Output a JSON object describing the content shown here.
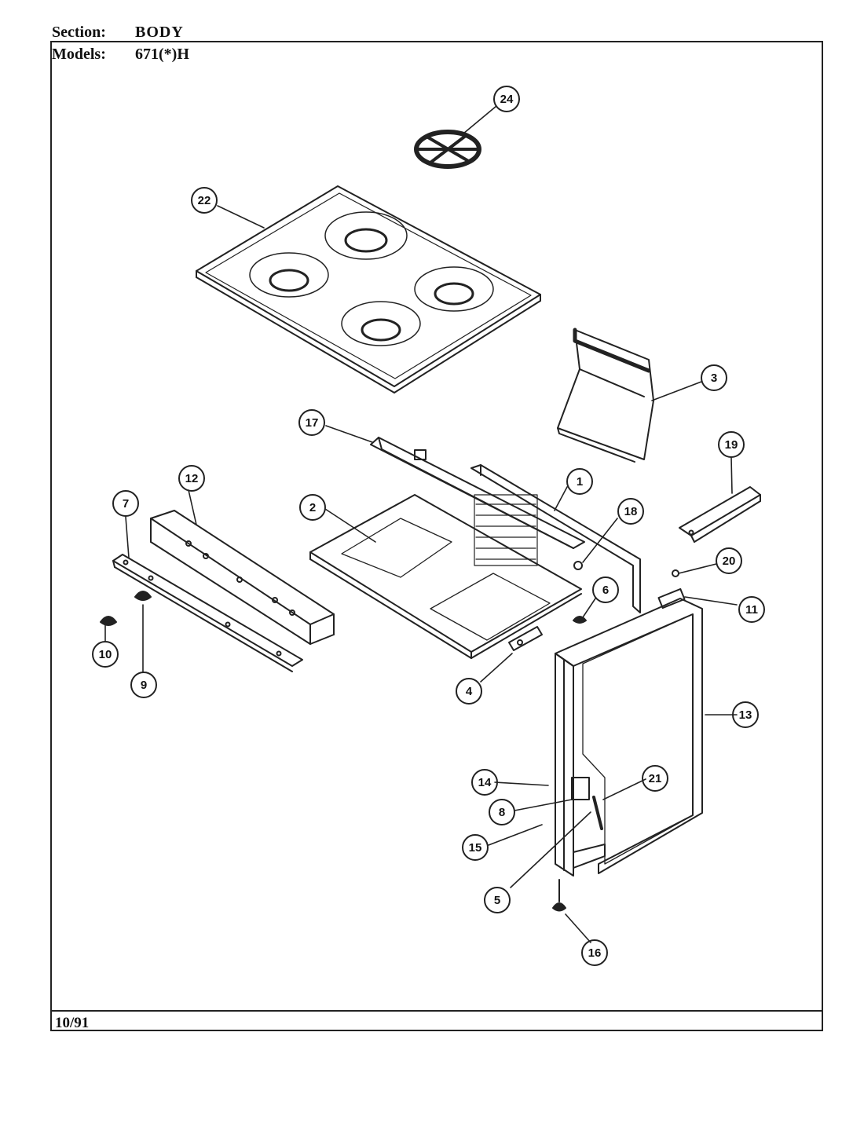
{
  "header": {
    "section_label": "Section:",
    "section_value": "BODY",
    "models_label": "Models:",
    "models_value": "671(*)H"
  },
  "footer": {
    "revision": "10/91"
  },
  "callouts": {
    "c1": "1",
    "c2": "2",
    "c3": "3",
    "c4": "4",
    "c5": "5",
    "c6": "6",
    "c7": "7",
    "c8": "8",
    "c9": "9",
    "c10": "10",
    "c11": "11",
    "c12": "12",
    "c13": "13",
    "c14": "14",
    "c15": "15",
    "c16": "16",
    "c17": "17",
    "c18": "18",
    "c19": "19",
    "c20": "20",
    "c21": "21",
    "c22": "22",
    "c24": "24"
  }
}
